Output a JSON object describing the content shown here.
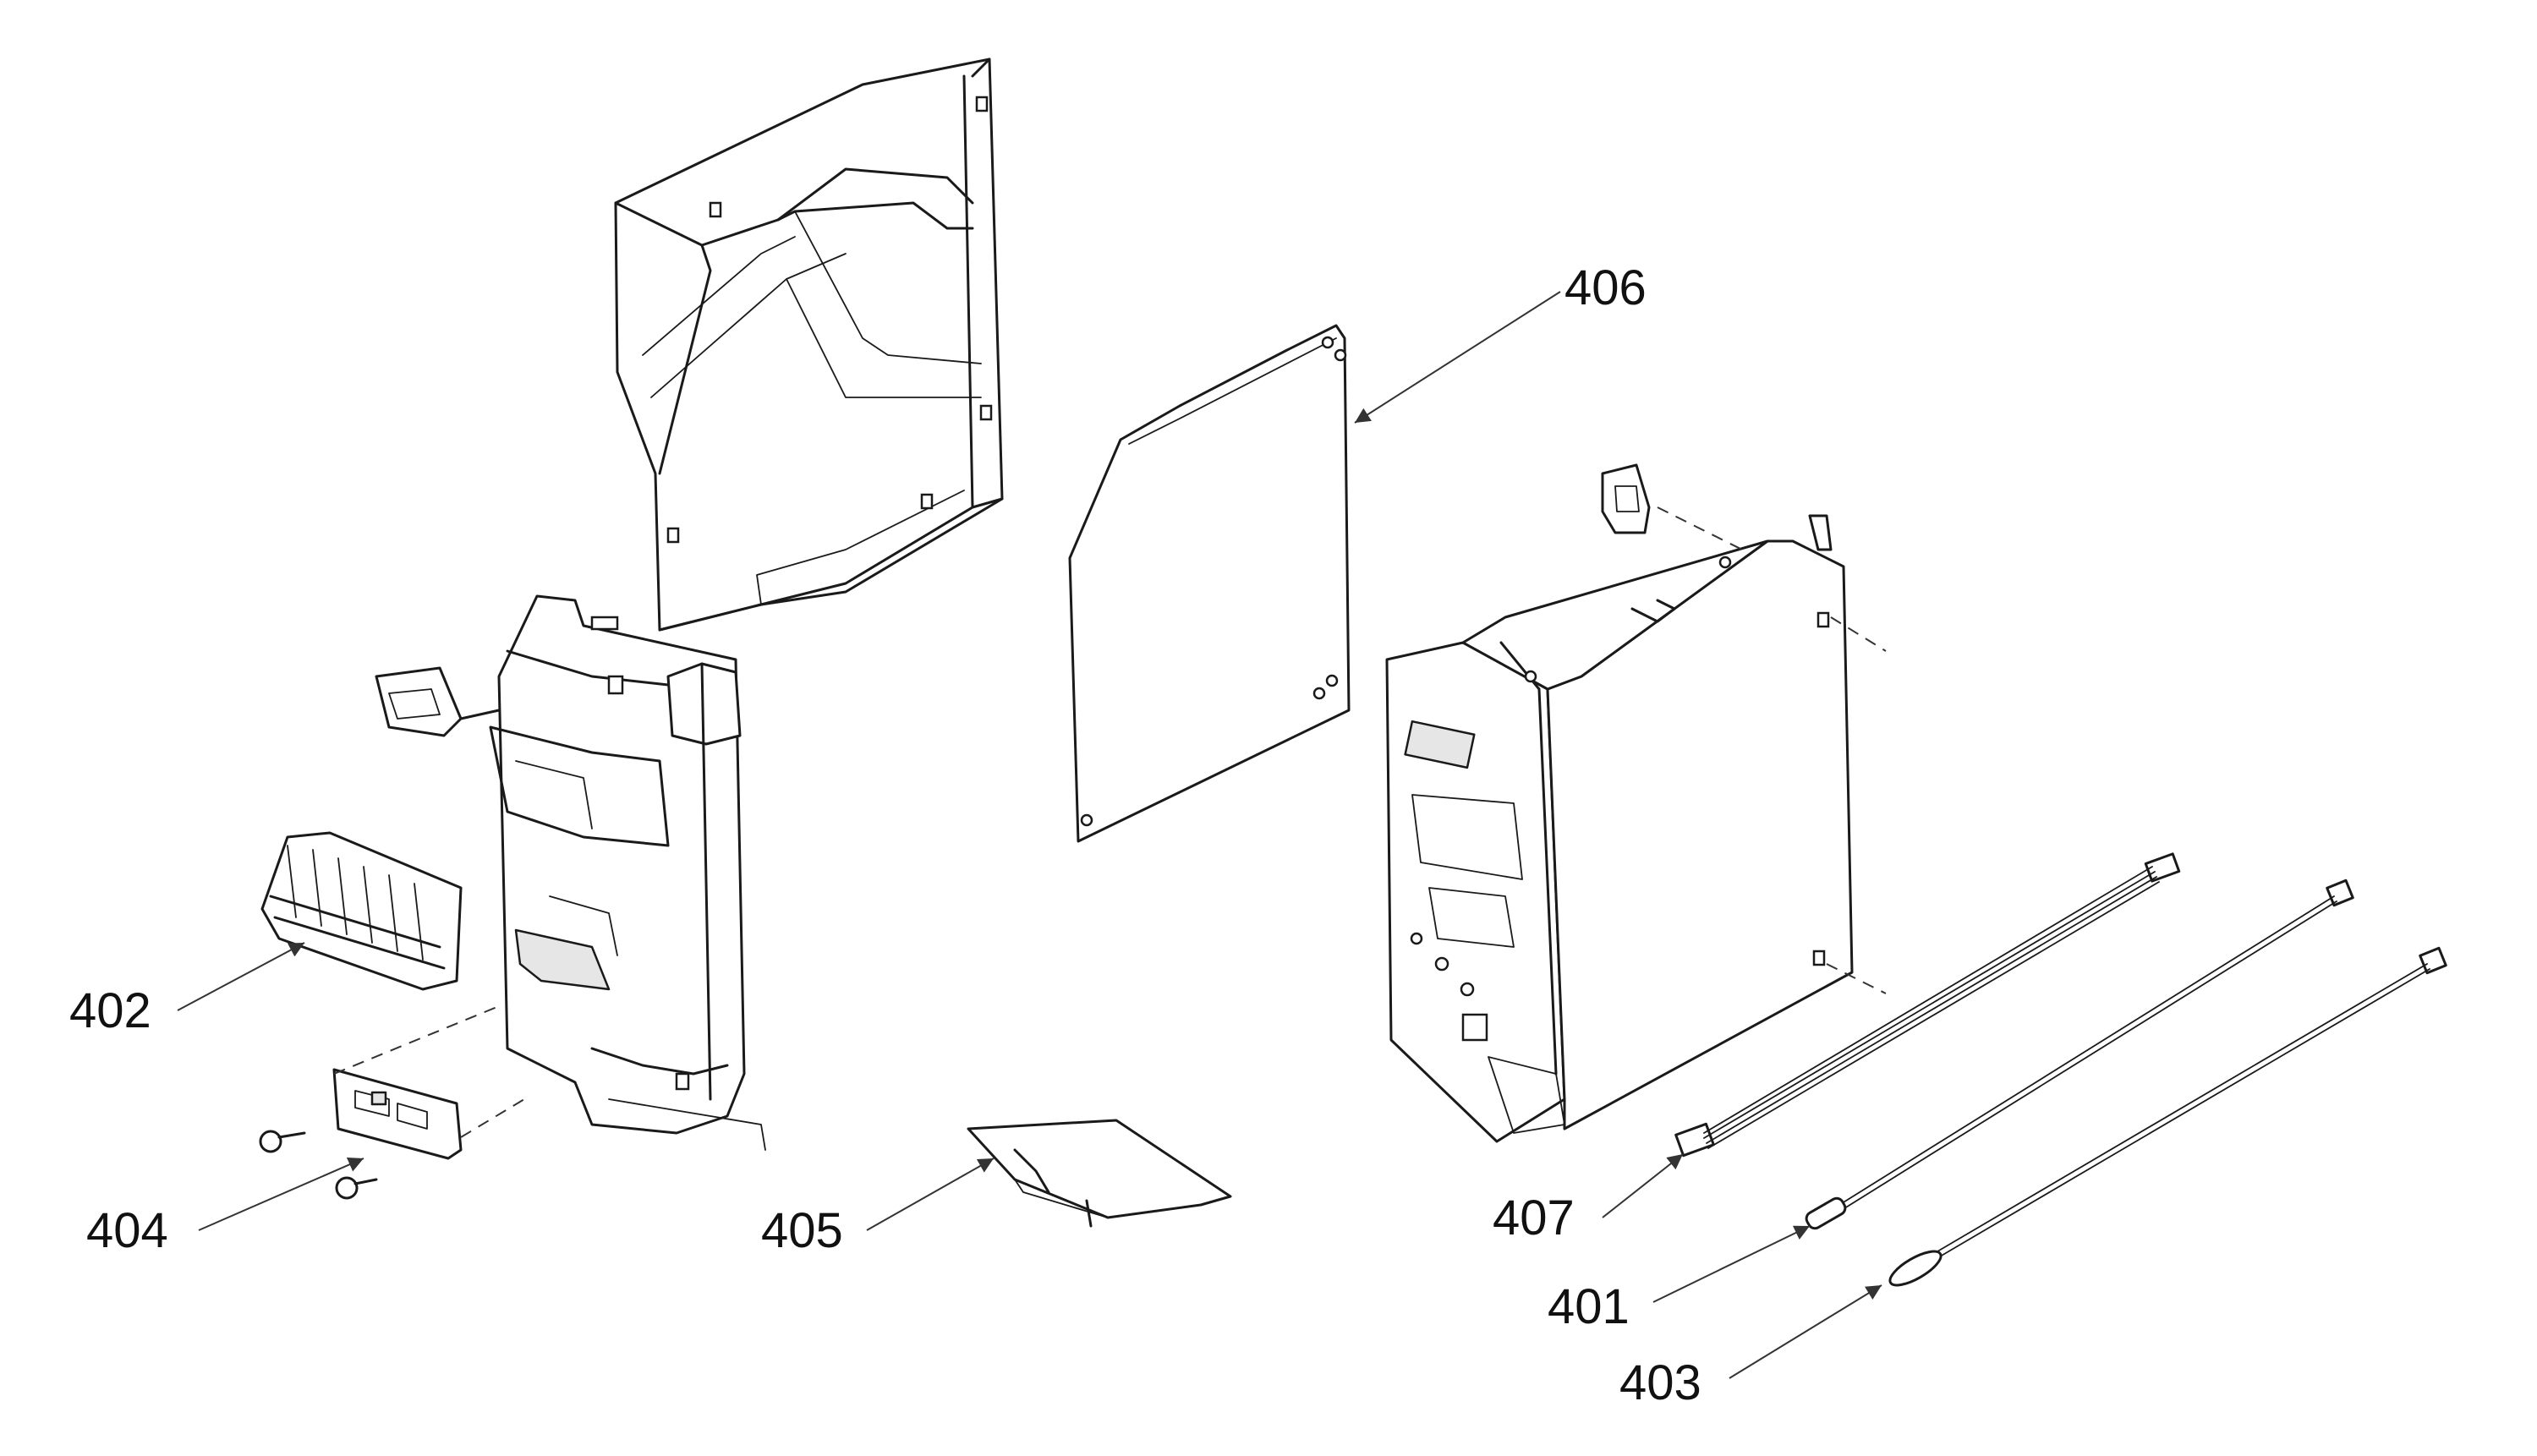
{
  "diagram": {
    "parts": [
      {
        "id": "406",
        "label": "406"
      },
      {
        "id": "402",
        "label": "402"
      },
      {
        "id": "404",
        "label": "404"
      },
      {
        "id": "405",
        "label": "405"
      },
      {
        "id": "407",
        "label": "407"
      },
      {
        "id": "401",
        "label": "401"
      },
      {
        "id": "403",
        "label": "403"
      }
    ]
  }
}
